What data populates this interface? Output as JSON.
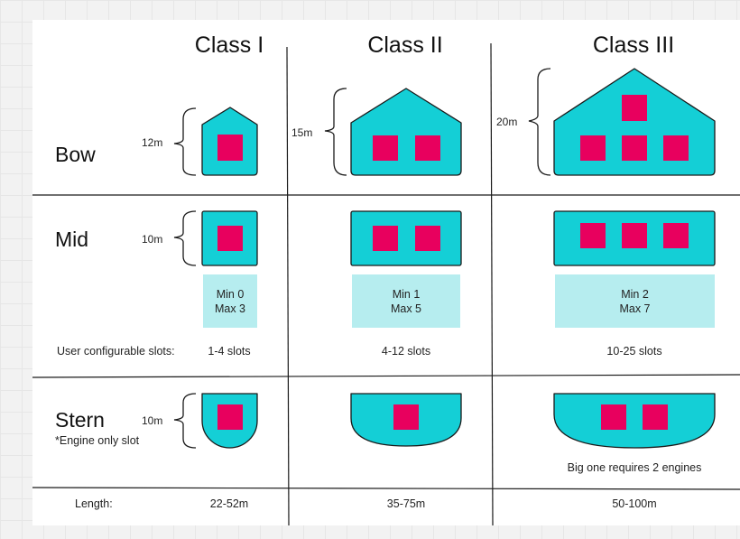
{
  "columns": [
    {
      "title": "Class I",
      "bow_height": "12m",
      "min": "Min 0",
      "max": "Max 3",
      "slots": "1-4 slots",
      "length": "22-52m"
    },
    {
      "title": "Class II",
      "bow_height": "15m",
      "min": "Min 1",
      "max": "Max 5",
      "slots": "4-12 slots",
      "length": "35-75m"
    },
    {
      "title": "Class III",
      "bow_height": "20m",
      "min": "Min 2",
      "max": "Max 7",
      "slots": "10-25 slots",
      "length": "50-100m",
      "stern_note": "Big one requires 2 engines"
    }
  ],
  "rows": {
    "bow": {
      "label": "Bow"
    },
    "mid": {
      "label": "Mid",
      "height": "10m"
    },
    "stern": {
      "label": "Stern",
      "note": "*Engine only slot",
      "height": "10m"
    }
  },
  "labels": {
    "slots": "User configurable slots:",
    "length": "Length:"
  },
  "colors": {
    "hull": "#14cfd6",
    "slot": "#e8005e",
    "range_box": "#b6edef",
    "lines": "#1a1a1a"
  }
}
